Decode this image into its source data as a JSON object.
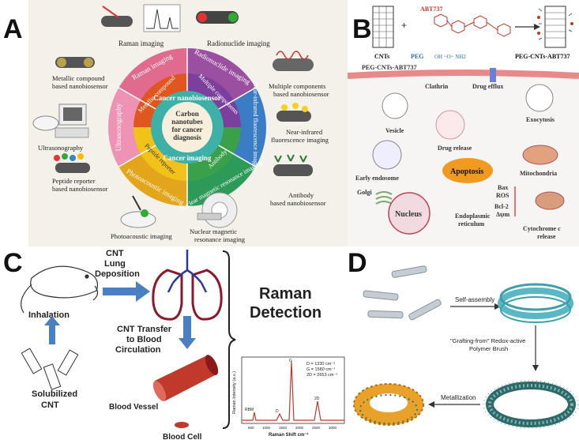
{
  "panel_letters": {
    "a": "A",
    "b": "B",
    "c": "C",
    "d": "D"
  },
  "panel_a": {
    "center_title": [
      "Carbon",
      "nanotubes",
      "for cancer",
      "diagnosis"
    ],
    "middle_ring": [
      "Cancer nanobiosensor",
      "Cancer imaging"
    ],
    "inner_segments": [
      "Metallic compound",
      "Multiple components",
      "Peptide reporter",
      "Antibody"
    ],
    "outer_segments": [
      "Raman imaging",
      "Radionuclide imaging",
      "Near-infrared fluorescence imaging",
      "Nuclear magnetic resonance imaging",
      "Photoacoustic imaging",
      "Ultrasonography"
    ],
    "outer_labels": {
      "raman": "Raman imaging",
      "radionuclide": "Radionuclide imaging",
      "metallic": [
        "Metallic compound",
        "based nanobiosensor"
      ],
      "multiple": [
        "Multiple components",
        "based nanobiosensor"
      ],
      "nir": [
        "Near-infrared",
        "fluorescence imaging"
      ],
      "ultrasonography": "Ultrasonography",
      "peptide": [
        "Peptide reporter",
        "based nanobiosensor"
      ],
      "antibody": [
        "Antibody",
        "based nanobiosensor"
      ],
      "photoacoustic": "Photoacoustic imaging",
      "nmr": [
        "Nuclear magnetic",
        "resonance imaging"
      ]
    },
    "colors": {
      "bg": "#f3f1ea",
      "raman": "#e06b8f",
      "radionuclide": "#9a4fa0",
      "nir": "#3b7dc4",
      "nmr": "#2e9a5a",
      "photoacoustic": "#e2a51b",
      "ultrasonography": "#ee93b3"
    }
  },
  "panel_b": {
    "top_labels": {
      "cnts": "CNTs",
      "abt": "ABT737",
      "peg": "PEG",
      "peg_formula": "OH ~O~ NH2",
      "product": "PEG-CNTs-ABT737",
      "plus": "+"
    },
    "cell_labels": {
      "peg_cnt": "PEG-CNTs-ABT737",
      "clathrin": "Clathrin",
      "efflux": "Drug efflux",
      "exocytosis": "Exocytosis",
      "vesicle": "Vesicle",
      "release": "Drug release",
      "early_endosome": "Early endosome",
      "apoptosis": "Apoptosis",
      "mitochondria": "Mitochondria",
      "golgi": "Golgi",
      "nucleus": "Nucleus",
      "er": [
        "Endoplasmic",
        "reticulum"
      ],
      "bax": "Bax",
      "ros": "ROS",
      "bcl2": "Bcl-2",
      "dpsi": "Δψm",
      "cytochrome": [
        "Cytochrome c",
        "release"
      ]
    },
    "colors": {
      "membrane": "#e98a8a",
      "apoptosis": "#f19a22"
    }
  },
  "panel_c": {
    "labels": {
      "deposition": [
        "CNT",
        "Lung",
        "Deposition"
      ],
      "inhalation": "Inhalation",
      "solubilized": [
        "Solubilized",
        "CNT"
      ],
      "transfer": [
        "CNT Transfer",
        "to Blood",
        "Circulation"
      ],
      "raman": [
        "Raman",
        "Detection"
      ],
      "vessel": "Blood Vessel",
      "cell": "Blood Cell"
    },
    "spectrum": {
      "ylabel": "Raman Intensity (a.u.)",
      "xlabel": "Raman Shift cm⁻¹",
      "legend": [
        "D = 1330 cm⁻¹",
        "G = 1580 cm⁻¹",
        "2D = 2653 cm⁻¹"
      ],
      "peaks": {
        "rbm": "RBM",
        "d": "D",
        "g": "G",
        "two_d": "2D"
      },
      "ticks": [
        "500",
        "1000",
        "1500",
        "2000",
        "2500",
        "3000"
      ]
    },
    "colors": {
      "arrow": "#4a7fc1"
    }
  },
  "panel_d": {
    "labels": {
      "self_assembly": "Self-assembly",
      "grafting": [
        "\"Grafting-from\" Redox-active",
        "Polymer Brush"
      ],
      "metallization": "Metallization"
    }
  }
}
